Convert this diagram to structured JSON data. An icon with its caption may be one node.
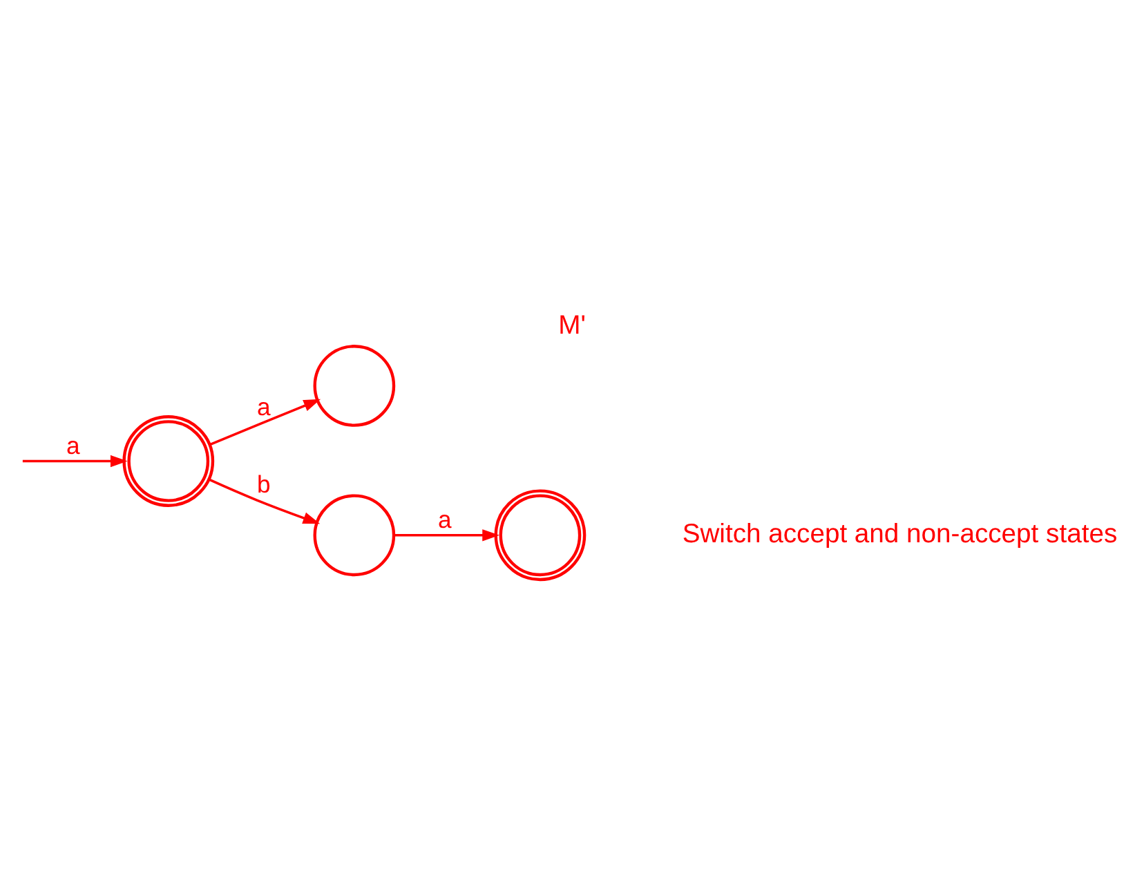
{
  "diagram": {
    "title": "M'",
    "caption": "Switch accept and non-accept states",
    "nodes": [
      {
        "text": [],
        "shape": "doublecircle"
      },
      {
        "text": [],
        "shape": "circle"
      },
      {
        "text": [],
        "shape": "circle"
      },
      {
        "text": [],
        "shape": "doublecircle"
      }
    ],
    "edges": [
      {
        "from": null,
        "to": 0,
        "arrow": "to",
        "label": "a"
      },
      {
        "from": 0,
        "to": 1,
        "arrow": "to",
        "label": "a"
      },
      {
        "from": 0,
        "to": 2,
        "arrow": "to",
        "label": "b"
      },
      {
        "from": 2,
        "to": 3,
        "arrow": "to",
        "label": "a"
      }
    ]
  }
}
